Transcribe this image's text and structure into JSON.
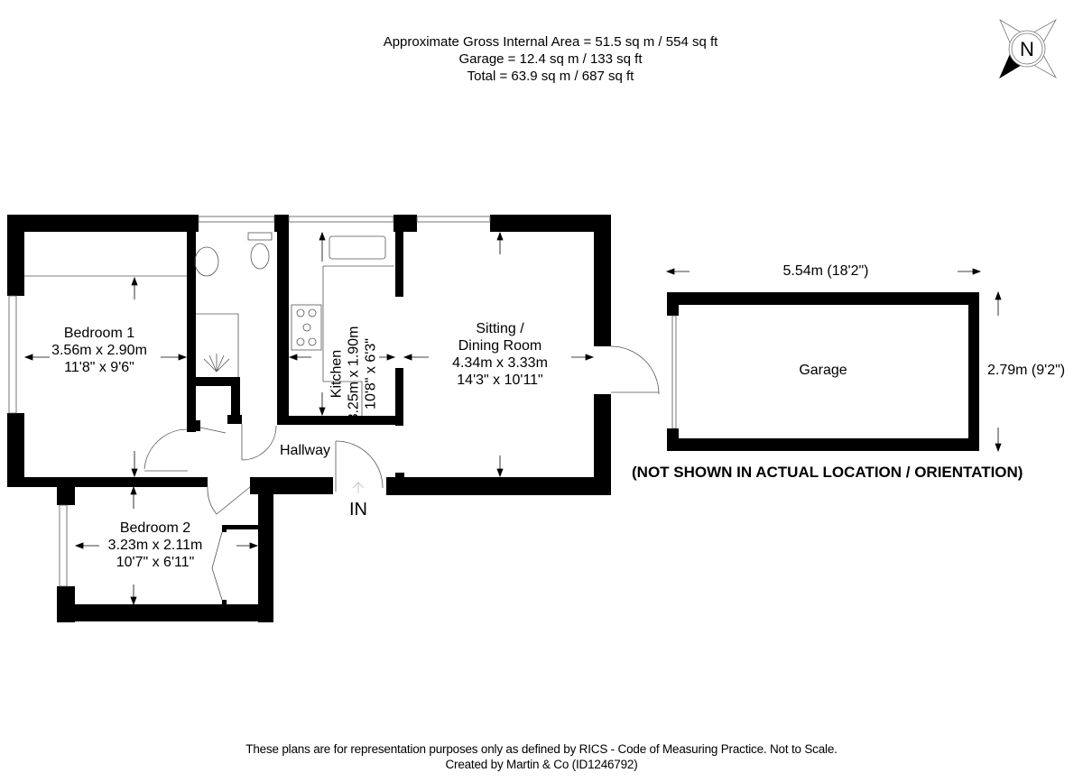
{
  "header": {
    "line1": "Approximate Gross Internal Area = 51.5 sq m / 554 sq ft",
    "line2": "Garage = 12.4 sq m / 133 sq ft",
    "line3": "Total = 63.9 sq m / 687 sq ft"
  },
  "compass": {
    "label": "N"
  },
  "rooms": {
    "bedroom1": {
      "name": "Bedroom 1",
      "metric": "3.56m x 2.90m",
      "imperial": "11'8\" x 9'6\""
    },
    "bedroom2": {
      "name": "Bedroom 2",
      "metric": "3.23m x 2.11m",
      "imperial": "10'7\" x 6'11\""
    },
    "kitchen": {
      "name": "Kitchen",
      "metric": "3.25m x 1.90m",
      "imperial": "10'8\" x 6'3\""
    },
    "sitting": {
      "name_line1": "Sitting /",
      "name_line2": "Dining Room",
      "metric": "4.34m x 3.33m",
      "imperial": "14'3\" x 10'11\""
    },
    "hallway": {
      "name": "Hallway"
    },
    "entrance": {
      "label": "IN"
    },
    "garage": {
      "name": "Garage",
      "width": "5.54m (18'2\")",
      "depth": "2.79m (9'2\")"
    }
  },
  "garage_note": "(NOT SHOWN IN ACTUAL LOCATION / ORIENTATION)",
  "footer": {
    "line1": "These plans are for representation purposes only as defined by RICS - Code of Measuring Practice. Not to Scale.",
    "line2": "Created by Martin & Co (ID1246792)"
  }
}
